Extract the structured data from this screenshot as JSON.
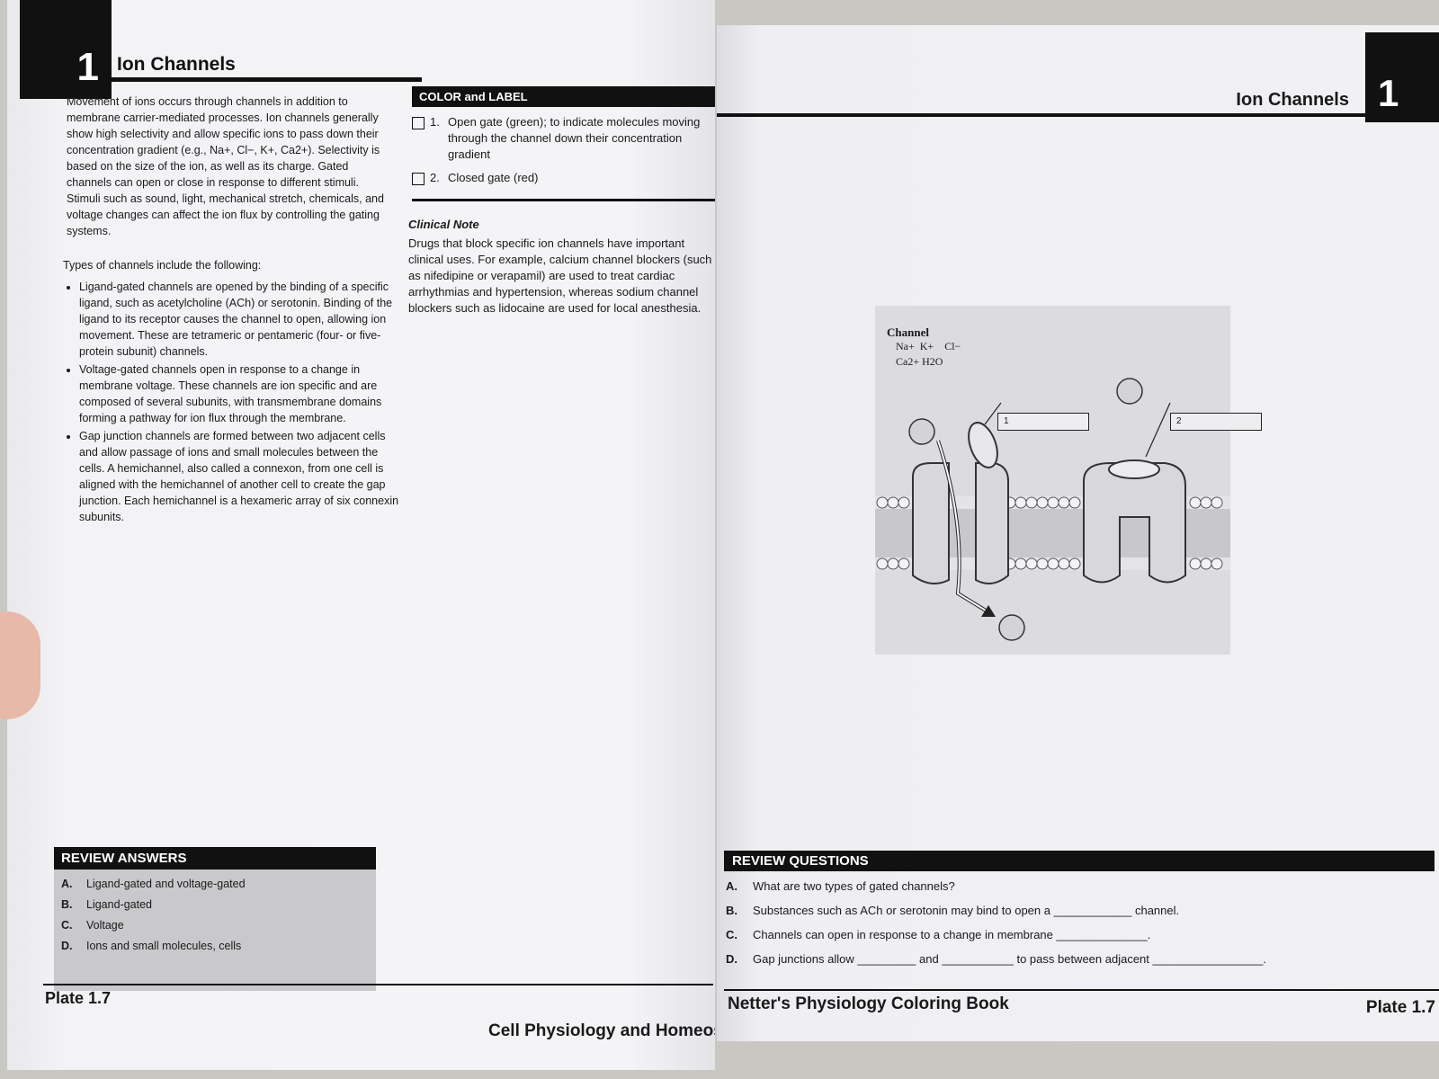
{
  "left": {
    "chapter_num": "1",
    "title": "Ion Channels",
    "intro": "Movement of ions occurs through channels in addition to membrane carrier-mediated processes. Ion channels generally show high selectivity and allow specific ions to pass down their concentration gradient (e.g., Na+, Cl−, K+, Ca2+). Selectivity is based on the size of the ion, as well as its charge. Gated channels can open or close in response to different stimuli. Stimuli such as sound, light, mechanical stretch, chemicals, and voltage changes can affect the ion flux by controlling the gating systems.",
    "types_intro": "Types of channels include the following:",
    "bullets": [
      "Ligand-gated channels are opened by the binding of a specific ligand, such as acetylcholine (ACh) or serotonin. Binding of the ligand to its receptor causes the channel to open, allowing ion movement. These are tetrameric or pentameric (four- or five-protein subunit) channels.",
      "Voltage-gated channels open in response to a change in membrane voltage. These channels are ion specific and are composed of several subunits, with transmembrane domains forming a pathway for ion flux through the membrane.",
      "Gap junction channels are formed between two adjacent cells and allow passage of ions and small molecules between the cells. A hemichannel, also called a connexon, from one cell is aligned with the hemichannel of another cell to create the gap junction. Each hemichannel is a hexameric array of six connexin subunits."
    ],
    "color_label": {
      "heading": "COLOR and LABEL",
      "items": [
        {
          "num": "1.",
          "text": "Open gate (green); to indicate molecules moving through the channel down their concentration gradient"
        },
        {
          "num": "2.",
          "text": "Closed gate (red)"
        }
      ]
    },
    "clinical_note": {
      "title": "Clinical Note",
      "text": "Drugs that block specific ion channels have important clinical uses. For example, calcium channel blockers (such as nifedipine or verapamil) are used to treat cardiac arrhythmias and hypertension, whereas sodium channel blockers such as lidocaine are used for local anesthesia."
    },
    "review_answers": {
      "heading": "REVIEW ANSWERS",
      "items": [
        {
          "key": "A.",
          "text": "Ligand-gated and voltage-gated"
        },
        {
          "key": "B.",
          "text": "Ligand-gated"
        },
        {
          "key": "C.",
          "text": "Voltage"
        },
        {
          "key": "D.",
          "text": "Ions and small molecules, cells"
        }
      ]
    },
    "plate": "Plate 1.7",
    "footer": "Cell Physiology and Homeostasis"
  },
  "right": {
    "title": "Ion Channels",
    "chapter_num": "1",
    "figure": {
      "channel_label": "Channel",
      "ions_line1": "Na+  K+    Cl−",
      "ions_line2": "Ca2+ H2O",
      "box1": "1",
      "box2": "2"
    },
    "review_questions": {
      "heading": "REVIEW QUESTIONS",
      "items": [
        {
          "key": "A.",
          "text": "What are two types of gated channels?"
        },
        {
          "key": "B.",
          "text": "Substances such as ACh or serotonin may bind to open a ____________ channel."
        },
        {
          "key": "C.",
          "text": "Channels can open in response to a change in membrane ______________."
        },
        {
          "key": "D.",
          "text": "Gap junctions allow _________ and ___________ to pass between adjacent _________________."
        }
      ]
    },
    "footer": "Netter's Physiology Coloring Book",
    "plate": "Plate 1.7"
  }
}
